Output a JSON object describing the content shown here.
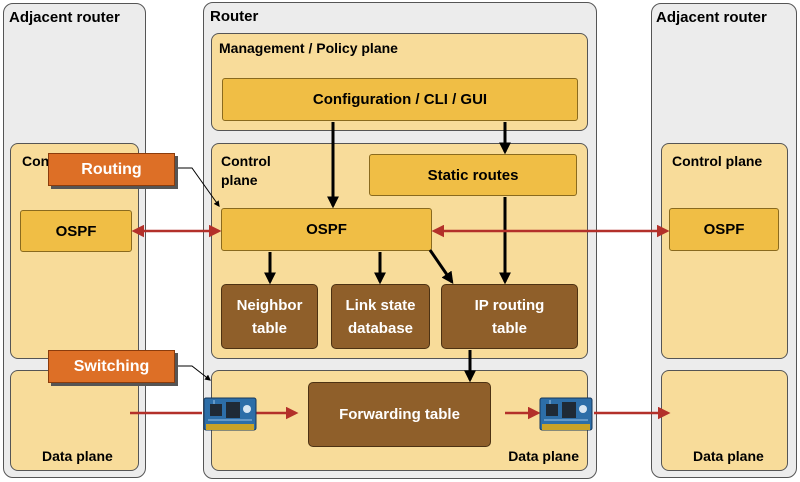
{
  "left_router": {
    "title": "Adjacent router",
    "control_plane_label": "Control plane",
    "ospf_label": "OSPF",
    "data_plane_label": "Data plane"
  },
  "center_router": {
    "title": "Router",
    "management_plane": {
      "title": "Management / Policy plane",
      "config_label": "Configuration / CLI / GUI"
    },
    "control_plane": {
      "title": "Control\nplane",
      "static_routes_label": "Static routes",
      "ospf_label": "OSPF",
      "neighbor_table_label": "Neighbor\ntable",
      "lsdb_label": "Link state\ndatabase",
      "ip_routing_table_label": "IP routing\ntable"
    },
    "data_plane": {
      "title": "Data plane",
      "forwarding_table_label": "Forwarding table"
    }
  },
  "right_router": {
    "title": "Adjacent router",
    "control_plane_label": "Control plane",
    "ospf_label": "OSPF",
    "data_plane_label": "Data plane"
  },
  "callouts": {
    "routing_label": "Routing",
    "switching_label": "Switching"
  },
  "colors": {
    "router_bg": "#ececec",
    "plane_bg": "#f8dc9a",
    "function_box": "#f0be45",
    "table_box": "#8f5f2a",
    "callout": "#dd6f26",
    "packet_arrow": "#b3302a",
    "control_arrow": "#000000"
  },
  "icons": {
    "nic": "network-interface-card-icon"
  }
}
